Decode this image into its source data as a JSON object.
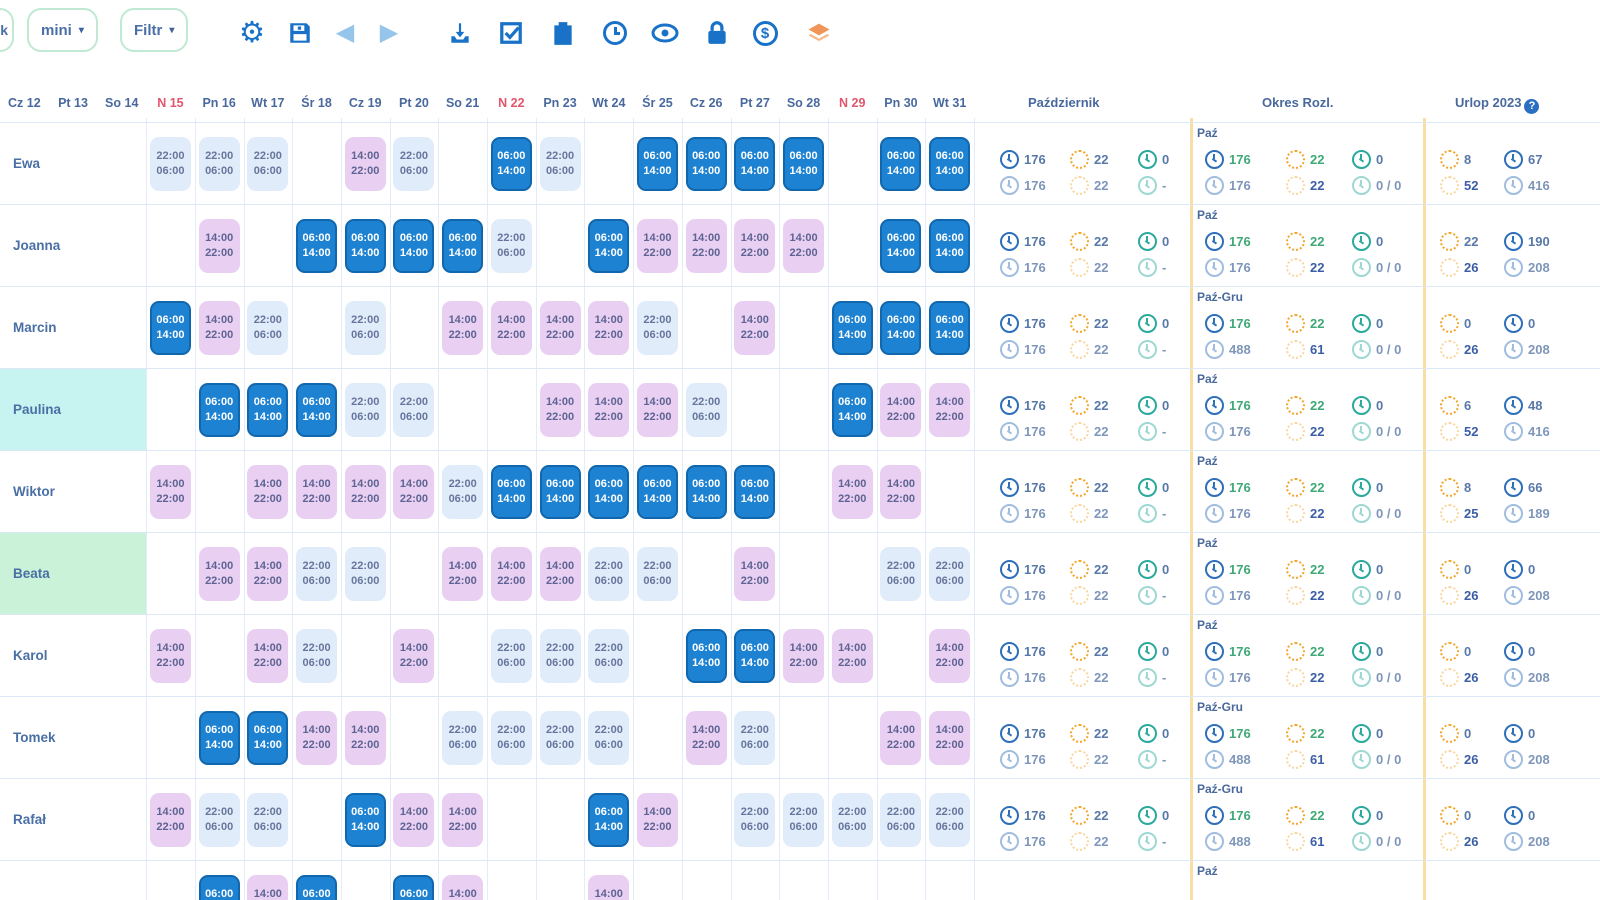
{
  "toolbar": {
    "cut_button_label": "k",
    "view_button": "mini",
    "filter_button": "Filtr",
    "caret": "▾",
    "icons": [
      "gear-icon",
      "save-icon",
      "prev-icon",
      "next-icon",
      "download-icon",
      "check-square-icon",
      "clipboard-person-icon",
      "clock-icon",
      "eye-icon",
      "lock-icon",
      "dollar-icon",
      "layers-icon"
    ]
  },
  "header": {
    "days": [
      {
        "label": "Cz 12",
        "sunday": false
      },
      {
        "label": "Pt 13",
        "sunday": false
      },
      {
        "label": "So 14",
        "sunday": false
      },
      {
        "label": "N 15",
        "sunday": true
      },
      {
        "label": "Pn 16",
        "sunday": false
      },
      {
        "label": "Wt 17",
        "sunday": false
      },
      {
        "label": "Śr 18",
        "sunday": false
      },
      {
        "label": "Cz 19",
        "sunday": false
      },
      {
        "label": "Pt 20",
        "sunday": false
      },
      {
        "label": "So 21",
        "sunday": false
      },
      {
        "label": "N 22",
        "sunday": true
      },
      {
        "label": "Pn 23",
        "sunday": false
      },
      {
        "label": "Wt 24",
        "sunday": false
      },
      {
        "label": "Śr 25",
        "sunday": false
      },
      {
        "label": "Cz 26",
        "sunday": false
      },
      {
        "label": "Pt 27",
        "sunday": false
      },
      {
        "label": "So 28",
        "sunday": false
      },
      {
        "label": "N 29",
        "sunday": true
      },
      {
        "label": "Pn 30",
        "sunday": false
      },
      {
        "label": "Wt 31",
        "sunday": false
      }
    ],
    "month_panel": "Październik",
    "period_panel": "Okres Rozl.",
    "vacation_panel": "Urlop 2023",
    "help_icon": "?"
  },
  "shift_types": {
    "morning": {
      "start": "06:00",
      "end": "14:00",
      "color": "#1d82d2"
    },
    "afternoon": {
      "start": "14:00",
      "end": "22:00",
      "color": "#e9d0f3"
    },
    "night": {
      "start": "22:00",
      "end": "06:00",
      "color": "#e1ecfb"
    }
  },
  "colors": {
    "sunday_red": "#e2566c",
    "slate": "#4a6fa5",
    "green_value": "#3fa876",
    "separator_orange": "#f8dda6"
  },
  "employees": [
    {
      "name": "Ewa",
      "name_bg": "",
      "shifts": [
        {
          "day": "N 15",
          "type": "night"
        },
        {
          "day": "Pn 16",
          "type": "night"
        },
        {
          "day": "Wt 17",
          "type": "night"
        },
        {
          "day": "Cz 19",
          "type": "afternoon"
        },
        {
          "day": "Pt 20",
          "type": "night"
        },
        {
          "day": "N 22",
          "type": "morning"
        },
        {
          "day": "Pn 23",
          "type": "night"
        },
        {
          "day": "Śr 25",
          "type": "morning"
        },
        {
          "day": "Cz 26",
          "type": "morning"
        },
        {
          "day": "Pt 27",
          "type": "morning"
        },
        {
          "day": "So 28",
          "type": "morning"
        },
        {
          "day": "Pn 30",
          "type": "morning"
        },
        {
          "day": "Wt 31",
          "type": "morning"
        }
      ],
      "october": {
        "r1": [
          "176",
          "22",
          "0"
        ],
        "r2": [
          "176",
          "22",
          "-"
        ]
      },
      "period": {
        "label": "Paź",
        "r1": [
          "176",
          "22",
          "0"
        ],
        "r2": [
          "176",
          "22",
          "0 / 0"
        ]
      },
      "vacation": {
        "r1": [
          "8",
          "67"
        ],
        "r2": [
          "52",
          "416"
        ]
      }
    },
    {
      "name": "Joanna",
      "name_bg": "",
      "shifts": [
        {
          "day": "Pn 16",
          "type": "afternoon"
        },
        {
          "day": "Śr 18",
          "type": "morning"
        },
        {
          "day": "Cz 19",
          "type": "morning"
        },
        {
          "day": "Pt 20",
          "type": "morning"
        },
        {
          "day": "So 21",
          "type": "morning"
        },
        {
          "day": "N 22",
          "type": "night"
        },
        {
          "day": "Wt 24",
          "type": "morning"
        },
        {
          "day": "Śr 25",
          "type": "afternoon"
        },
        {
          "day": "Cz 26",
          "type": "afternoon"
        },
        {
          "day": "Pt 27",
          "type": "afternoon"
        },
        {
          "day": "So 28",
          "type": "afternoon"
        },
        {
          "day": "Pn 30",
          "type": "morning"
        },
        {
          "day": "Wt 31",
          "type": "morning"
        }
      ],
      "october": {
        "r1": [
          "176",
          "22",
          "0"
        ],
        "r2": [
          "176",
          "22",
          "-"
        ]
      },
      "period": {
        "label": "Paź",
        "r1": [
          "176",
          "22",
          "0"
        ],
        "r2": [
          "176",
          "22",
          "0 / 0"
        ]
      },
      "vacation": {
        "r1": [
          "22",
          "190"
        ],
        "r2": [
          "26",
          "208"
        ]
      }
    },
    {
      "name": "Marcin",
      "name_bg": "",
      "shifts": [
        {
          "day": "N 15",
          "type": "morning"
        },
        {
          "day": "Pn 16",
          "type": "afternoon"
        },
        {
          "day": "Wt 17",
          "type": "night"
        },
        {
          "day": "Cz 19",
          "type": "night"
        },
        {
          "day": "So 21",
          "type": "afternoon"
        },
        {
          "day": "N 22",
          "type": "afternoon"
        },
        {
          "day": "Pn 23",
          "type": "afternoon"
        },
        {
          "day": "Wt 24",
          "type": "afternoon"
        },
        {
          "day": "Śr 25",
          "type": "night"
        },
        {
          "day": "Pt 27",
          "type": "afternoon"
        },
        {
          "day": "N 29",
          "type": "morning"
        },
        {
          "day": "Pn 30",
          "type": "morning"
        },
        {
          "day": "Wt 31",
          "type": "morning"
        }
      ],
      "october": {
        "r1": [
          "176",
          "22",
          "0"
        ],
        "r2": [
          "176",
          "22",
          "-"
        ]
      },
      "period": {
        "label": "Paź-Gru",
        "r1": [
          "176",
          "22",
          "0"
        ],
        "r2": [
          "488",
          "61",
          "0 / 0"
        ]
      },
      "vacation": {
        "r1": [
          "0",
          "0"
        ],
        "r2": [
          "26",
          "208"
        ]
      }
    },
    {
      "name": "Paulina",
      "name_bg": "#c7f3f1",
      "shifts": [
        {
          "day": "Pn 16",
          "type": "morning"
        },
        {
          "day": "Wt 17",
          "type": "morning"
        },
        {
          "day": "Śr 18",
          "type": "morning"
        },
        {
          "day": "Cz 19",
          "type": "night"
        },
        {
          "day": "Pt 20",
          "type": "night"
        },
        {
          "day": "Pn 23",
          "type": "afternoon"
        },
        {
          "day": "Wt 24",
          "type": "afternoon"
        },
        {
          "day": "Śr 25",
          "type": "afternoon"
        },
        {
          "day": "Cz 26",
          "type": "night"
        },
        {
          "day": "N 29",
          "type": "morning"
        },
        {
          "day": "Pn 30",
          "type": "afternoon"
        },
        {
          "day": "Wt 31",
          "type": "afternoon"
        }
      ],
      "october": {
        "r1": [
          "176",
          "22",
          "0"
        ],
        "r2": [
          "176",
          "22",
          "-"
        ]
      },
      "period": {
        "label": "Paź",
        "r1": [
          "176",
          "22",
          "0"
        ],
        "r2": [
          "176",
          "22",
          "0 / 0"
        ]
      },
      "vacation": {
        "r1": [
          "6",
          "48"
        ],
        "r2": [
          "52",
          "416"
        ]
      }
    },
    {
      "name": "Wiktor",
      "name_bg": "",
      "shifts": [
        {
          "day": "N 15",
          "type": "afternoon"
        },
        {
          "day": "Wt 17",
          "type": "afternoon"
        },
        {
          "day": "Śr 18",
          "type": "afternoon"
        },
        {
          "day": "Cz 19",
          "type": "afternoon"
        },
        {
          "day": "Pt 20",
          "type": "afternoon"
        },
        {
          "day": "So 21",
          "type": "night"
        },
        {
          "day": "N 22",
          "type": "morning"
        },
        {
          "day": "Pn 23",
          "type": "morning"
        },
        {
          "day": "Wt 24",
          "type": "morning"
        },
        {
          "day": "Śr 25",
          "type": "morning"
        },
        {
          "day": "Cz 26",
          "type": "morning"
        },
        {
          "day": "Pt 27",
          "type": "morning"
        },
        {
          "day": "N 29",
          "type": "afternoon"
        },
        {
          "day": "Pn 30",
          "type": "afternoon"
        }
      ],
      "october": {
        "r1": [
          "176",
          "22",
          "0"
        ],
        "r2": [
          "176",
          "22",
          "-"
        ]
      },
      "period": {
        "label": "Paź",
        "r1": [
          "176",
          "22",
          "0"
        ],
        "r2": [
          "176",
          "22",
          "0 / 0"
        ]
      },
      "vacation": {
        "r1": [
          "8",
          "66"
        ],
        "r2": [
          "25",
          "189"
        ]
      }
    },
    {
      "name": "Beata",
      "name_bg": "#c9f2d8",
      "shifts": [
        {
          "day": "Pn 16",
          "type": "afternoon"
        },
        {
          "day": "Wt 17",
          "type": "afternoon"
        },
        {
          "day": "Śr 18",
          "type": "night"
        },
        {
          "day": "Cz 19",
          "type": "night"
        },
        {
          "day": "So 21",
          "type": "afternoon"
        },
        {
          "day": "N 22",
          "type": "afternoon"
        },
        {
          "day": "Pn 23",
          "type": "afternoon"
        },
        {
          "day": "Wt 24",
          "type": "night"
        },
        {
          "day": "Śr 25",
          "type": "night"
        },
        {
          "day": "Pt 27",
          "type": "afternoon"
        },
        {
          "day": "Pn 30",
          "type": "night"
        },
        {
          "day": "Wt 31",
          "type": "night"
        }
      ],
      "october": {
        "r1": [
          "176",
          "22",
          "0"
        ],
        "r2": [
          "176",
          "22",
          "-"
        ]
      },
      "period": {
        "label": "Paź",
        "r1": [
          "176",
          "22",
          "0"
        ],
        "r2": [
          "176",
          "22",
          "0 / 0"
        ]
      },
      "vacation": {
        "r1": [
          "0",
          "0"
        ],
        "r2": [
          "26",
          "208"
        ]
      }
    },
    {
      "name": "Karol",
      "name_bg": "",
      "shifts": [
        {
          "day": "N 15",
          "type": "afternoon"
        },
        {
          "day": "Wt 17",
          "type": "afternoon"
        },
        {
          "day": "Śr 18",
          "type": "night"
        },
        {
          "day": "Pt 20",
          "type": "afternoon"
        },
        {
          "day": "N 22",
          "type": "night"
        },
        {
          "day": "Pn 23",
          "type": "night"
        },
        {
          "day": "Wt 24",
          "type": "night"
        },
        {
          "day": "Cz 26",
          "type": "morning"
        },
        {
          "day": "Pt 27",
          "type": "morning"
        },
        {
          "day": "So 28",
          "type": "afternoon"
        },
        {
          "day": "N 29",
          "type": "afternoon"
        },
        {
          "day": "Wt 31",
          "type": "afternoon"
        }
      ],
      "october": {
        "r1": [
          "176",
          "22",
          "0"
        ],
        "r2": [
          "176",
          "22",
          "-"
        ]
      },
      "period": {
        "label": "Paź",
        "r1": [
          "176",
          "22",
          "0"
        ],
        "r2": [
          "176",
          "22",
          "0 / 0"
        ]
      },
      "vacation": {
        "r1": [
          "0",
          "0"
        ],
        "r2": [
          "26",
          "208"
        ]
      }
    },
    {
      "name": "Tomek",
      "name_bg": "",
      "shifts": [
        {
          "day": "Pn 16",
          "type": "morning"
        },
        {
          "day": "Wt 17",
          "type": "morning"
        },
        {
          "day": "Śr 18",
          "type": "afternoon"
        },
        {
          "day": "Cz 19",
          "type": "afternoon"
        },
        {
          "day": "So 21",
          "type": "night"
        },
        {
          "day": "N 22",
          "type": "night"
        },
        {
          "day": "Pn 23",
          "type": "night"
        },
        {
          "day": "Wt 24",
          "type": "night"
        },
        {
          "day": "Cz 26",
          "type": "afternoon"
        },
        {
          "day": "Pt 27",
          "type": "night"
        },
        {
          "day": "Pn 30",
          "type": "afternoon"
        },
        {
          "day": "Wt 31",
          "type": "afternoon"
        }
      ],
      "october": {
        "r1": [
          "176",
          "22",
          "0"
        ],
        "r2": [
          "176",
          "22",
          "-"
        ]
      },
      "period": {
        "label": "Paź-Gru",
        "r1": [
          "176",
          "22",
          "0"
        ],
        "r2": [
          "488",
          "61",
          "0 / 0"
        ]
      },
      "vacation": {
        "r1": [
          "0",
          "0"
        ],
        "r2": [
          "26",
          "208"
        ]
      }
    },
    {
      "name": "Rafał",
      "name_bg": "",
      "shifts": [
        {
          "day": "N 15",
          "type": "afternoon"
        },
        {
          "day": "Pn 16",
          "type": "night"
        },
        {
          "day": "Wt 17",
          "type": "night"
        },
        {
          "day": "Cz 19",
          "type": "morning"
        },
        {
          "day": "Pt 20",
          "type": "afternoon"
        },
        {
          "day": "So 21",
          "type": "afternoon"
        },
        {
          "day": "Wt 24",
          "type": "morning"
        },
        {
          "day": "Śr 25",
          "type": "afternoon"
        },
        {
          "day": "Pt 27",
          "type": "night"
        },
        {
          "day": "So 28",
          "type": "night"
        },
        {
          "day": "N 29",
          "type": "night"
        },
        {
          "day": "Pn 30",
          "type": "night"
        },
        {
          "day": "Wt 31",
          "type": "night"
        }
      ],
      "october": {
        "r1": [
          "176",
          "22",
          "0"
        ],
        "r2": [
          "176",
          "22",
          "-"
        ]
      },
      "period": {
        "label": "Paź-Gru",
        "r1": [
          "176",
          "22",
          "0"
        ],
        "r2": [
          "488",
          "61",
          "0 / 0"
        ]
      },
      "vacation": {
        "r1": [
          "0",
          "0"
        ],
        "r2": [
          "26",
          "208"
        ]
      }
    }
  ],
  "partial_row": {
    "period_label": "Paź",
    "shifts": [
      {
        "day": "Pn 16",
        "type": "morning"
      },
      {
        "day": "Wt 17",
        "type": "afternoon"
      },
      {
        "day": "Śr 18",
        "type": "morning"
      },
      {
        "day": "Pt 20",
        "type": "morning"
      },
      {
        "day": "So 21",
        "type": "afternoon"
      },
      {
        "day": "Wt 24",
        "type": "afternoon"
      }
    ]
  }
}
